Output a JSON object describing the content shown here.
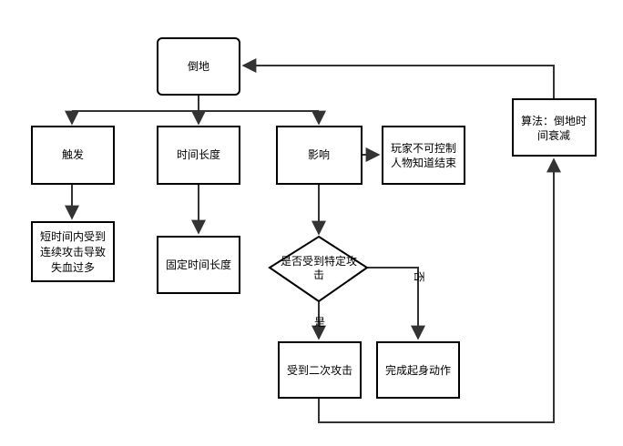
{
  "nodes": {
    "fall": "倒地",
    "trigger": "触发",
    "duration": "时间长度",
    "effect": "影响",
    "no_control": [
      "玩家不可控制",
      "人物知道结束"
    ],
    "trigger_desc": [
      "短时间内受到",
      "连续攻击导致",
      "失血过多"
    ],
    "fixed_duration": "固定时间长度",
    "decision": [
      "是否受到特定攻",
      "击"
    ],
    "second_attack": "受到二次攻击",
    "get_up": "完成起身动作",
    "algorithm": [
      "算法：倒地时",
      "间衰减"
    ]
  },
  "edges": {
    "yes": "是",
    "no": "否"
  }
}
